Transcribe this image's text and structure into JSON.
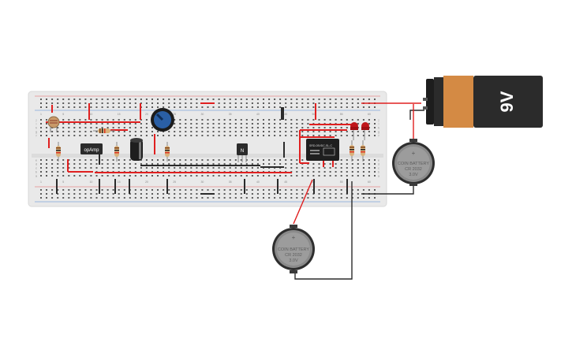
{
  "circuit": {
    "ic_label": "opAmp",
    "transistor_label": "N",
    "relay_text": "SRD-05VDC-SL-C",
    "battery_9v": {
      "label": "9V"
    },
    "coin_battery_right": {
      "line1": "COIN BATTERY",
      "line2": "CR 2032",
      "line3": "3.0V",
      "plus": "+"
    },
    "coin_battery_bottom": {
      "line1": "COIN BATTERY",
      "line2": "CR 2032",
      "line3": "3.0V",
      "plus": "+"
    },
    "breadboard": {
      "column_numbers": [
        "1",
        "5",
        "10",
        "15",
        "20",
        "25",
        "30",
        "35",
        "40",
        "45",
        "50",
        "55",
        "60"
      ],
      "row_letters_top": [
        "j",
        "i",
        "h",
        "g",
        "f"
      ],
      "row_letters_bottom": [
        "e",
        "d",
        "c",
        "b",
        "a"
      ]
    },
    "colors": {
      "board": "#e9e9e9",
      "wire_red": "#e02020",
      "wire_black": "#2b2b2b",
      "led": "#c0161a",
      "pot": "#2a5fa5",
      "battery_orange": "#d48a44",
      "battery_body": "#2b2b2b"
    }
  }
}
